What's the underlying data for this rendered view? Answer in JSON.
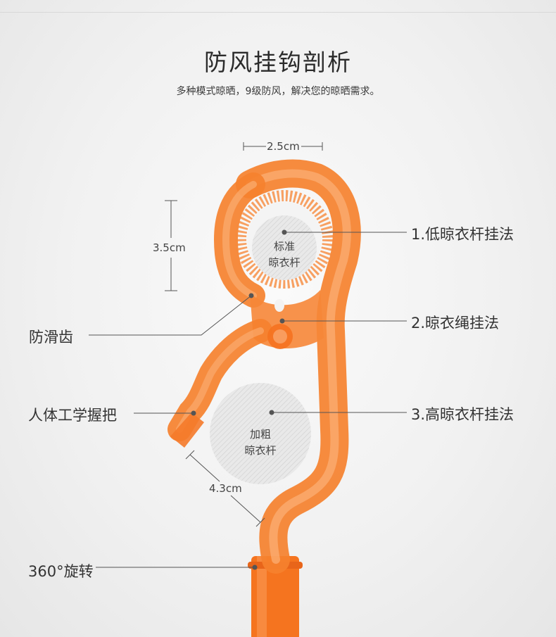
{
  "header": {
    "title": "防风挂钩剖析",
    "subtitle": "多种模式晾晒，9级防风，解决您的晾晒需求。"
  },
  "dimensions": {
    "width": "2.5cm",
    "height": "3.5cm",
    "opening": "4.3cm"
  },
  "circles": {
    "standard": {
      "line1": "标准",
      "line2": "晾衣杆"
    },
    "thick": {
      "line1": "加粗",
      "line2": "晾衣杆"
    }
  },
  "callouts": {
    "right": [
      "1.低晾衣杆挂法",
      "2.晾衣绳挂法",
      "3.高晾衣杆挂法"
    ],
    "left": [
      "防滑齿",
      "人体工学握把",
      "360°旋转"
    ]
  },
  "colors": {
    "accent": "#f57c2a",
    "accent_light": "#fbb37a",
    "line": "#555555"
  }
}
